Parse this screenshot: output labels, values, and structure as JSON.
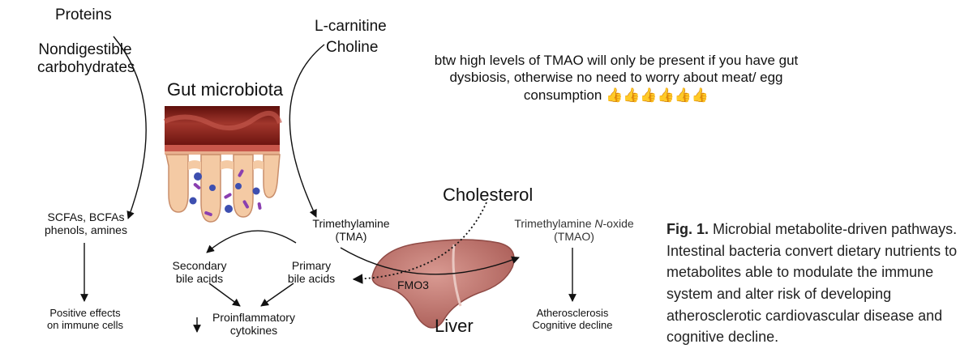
{
  "inputs": {
    "proteins": "Proteins",
    "nondigestible_line1": "Nondigestible",
    "nondigestible_line2": "carbohydrates",
    "carnitine_prefix": "L",
    "carnitine_rest": "-carnitine",
    "choline": "Choline"
  },
  "microbiota": {
    "title": "Gut microbiota"
  },
  "metabolites": {
    "scfa_line1": "SCFAs, BCFAs",
    "scfa_line2": "phenols, amines",
    "positive_line1": "Positive effects",
    "positive_line2": "on immune cells",
    "tma_line1": "Trimethylamine",
    "tma_line2": "(TMA)",
    "tmao_line1_prefix": "Trimethylamine ",
    "tmao_line1_italic": "N",
    "tmao_line1_suffix": "-oxide",
    "tmao_line2": "(TMAO)",
    "secondary_line1": "Secondary",
    "secondary_line2": "bile acids",
    "primary_line1": "Primary",
    "primary_line2": "bile acids",
    "proinflammatory_line1": "Proinflammatory",
    "proinflammatory_line2": "cytokines",
    "atherosclerosis": "Atherosclerosis",
    "cognitive": "Cognitive decline"
  },
  "liver": {
    "label": "Liver",
    "enzyme": "FMO3"
  },
  "cholesterol": "Cholesterol",
  "note": {
    "text": "btw high levels of TMAO will only be present if you have gut dysbiosis, otherwise no need to worry about meat/ egg consumption",
    "emoji": "👍👍👍👍👍👍"
  },
  "caption": {
    "label": "Fig. 1.",
    "text": " Microbial metabolite-driven pathways. Intestinal bacteria convert dietary nutrients to metabolites able to modulate the immune system and alter risk of developing atherosclerotic cardiovascular disease and cognitive decline."
  },
  "colors": {
    "intestine_dark": "#7b1a14",
    "intestine_mid": "#b0453a",
    "villi": "#f3c9a3",
    "liver": "#c77670",
    "bacteria_purple": "#8a3fb0",
    "bacteria_blue": "#3d4fb0"
  }
}
